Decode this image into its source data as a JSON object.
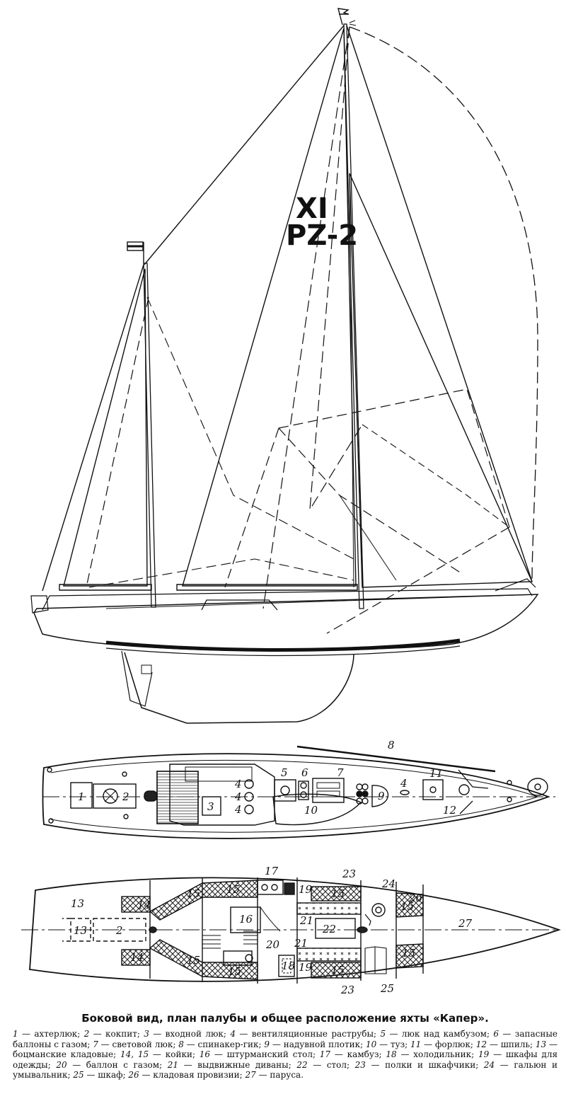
{
  "sail_number": {
    "class": "XI",
    "number": "PZ-2"
  },
  "deck_plan_labels": [
    "1",
    "2",
    "3",
    "4",
    "4",
    "4",
    "5",
    "6",
    "7",
    "8",
    "9",
    "4",
    "10",
    "11",
    "12"
  ],
  "layout_plan_labels": [
    "13",
    "13",
    "2",
    "14",
    "14",
    "15",
    "15",
    "15",
    "15",
    "15",
    "15",
    "15",
    "15",
    "16",
    "17",
    "18",
    "19",
    "19",
    "20",
    "21",
    "21",
    "22",
    "23",
    "23",
    "24",
    "25",
    "26",
    "27"
  ],
  "caption": {
    "title": "Боковой вид, план палубы и общее расположение яхты «Капер».",
    "legend": [
      {
        "n": "1",
        "t": "ахтерлюк"
      },
      {
        "n": "2",
        "t": "кокпит"
      },
      {
        "n": "3",
        "t": "входной люк"
      },
      {
        "n": "4",
        "t": "вентиляционные раструбы"
      },
      {
        "n": "5",
        "t": "люк над камбузом"
      },
      {
        "n": "6",
        "t": "запасные баллоны с газом"
      },
      {
        "n": "7",
        "t": "световой люк"
      },
      {
        "n": "8",
        "t": "спинакер-гик"
      },
      {
        "n": "9",
        "t": "надувной плотик"
      },
      {
        "n": "10",
        "t": "туз"
      },
      {
        "n": "11",
        "t": "форлюк"
      },
      {
        "n": "12",
        "t": "шпиль"
      },
      {
        "n": "13",
        "t": "боцманские кладовые"
      },
      {
        "n": "14, 15",
        "t": "койки"
      },
      {
        "n": "16",
        "t": "штурманский стол"
      },
      {
        "n": "17",
        "t": "камбуз"
      },
      {
        "n": "18",
        "t": "холодильник"
      },
      {
        "n": "19",
        "t": "шкафы для одежды"
      },
      {
        "n": "20",
        "t": "баллон с газом"
      },
      {
        "n": "21",
        "t": "выдвижные диваны"
      },
      {
        "n": "22",
        "t": "стол"
      },
      {
        "n": "23",
        "t": "полки и шкафчики"
      },
      {
        "n": "24",
        "t": "гальюн и умывальник"
      },
      {
        "n": "25",
        "t": "шкаф"
      },
      {
        "n": "26",
        "t": "кладовая провизии"
      },
      {
        "n": "27",
        "t": "паруса"
      }
    ]
  }
}
